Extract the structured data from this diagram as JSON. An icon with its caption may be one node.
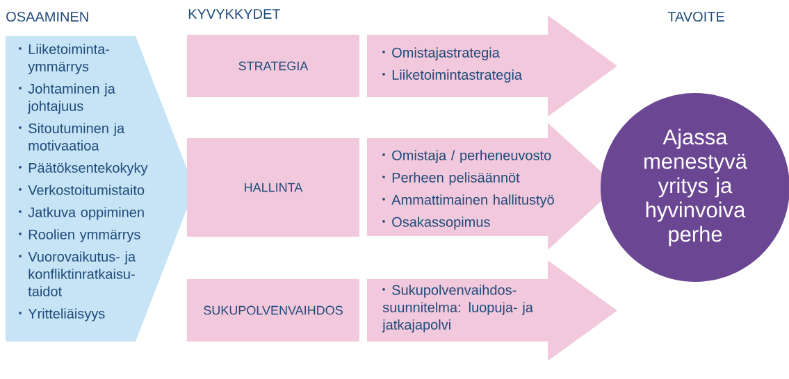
{
  "diagram": {
    "nodes": [
      {
        "text": [
          "Liiketoiminta-ymmärrys",
          "Johtaminen ja johtajuus",
          "Sitoutuminen ja motivaatioa",
          "Päätöksentekokyky",
          "Verkostoitumistaito",
          "Jatkuva oppiminen",
          "Roolien ymmärrys",
          "Vuorovaikutus- ja konfliktinratkaisu-taidot",
          "Yritteliäisyys"
        ]
      },
      {
        "text": [
          "STRATEGIA"
        ]
      },
      {
        "text": [
          "Omistajastrategia",
          "Liiketoimintastrategia"
        ]
      },
      {
        "text": [
          "HALLINTA"
        ]
      },
      {
        "text": [
          "Omistaja / perheneuvosto",
          "Perheen pelisäännöt",
          "Ammattimainen hallitustyö",
          "Osakassopimus"
        ]
      },
      {
        "text": [
          "SUKUPOLVENVAIHDOS"
        ]
      },
      {
        "text": [
          "Sukupolvenvaihdos-suunnitelma: luopuja- ja jatkajapolvi"
        ]
      },
      {
        "text": [
          "Ajassa menestyvä yritys ja hyvinvoiva perhe"
        ]
      }
    ],
    "labels": [
      "OSAAMINEN",
      "KYVYKKYDET",
      "TAVOITE"
    ]
  }
}
